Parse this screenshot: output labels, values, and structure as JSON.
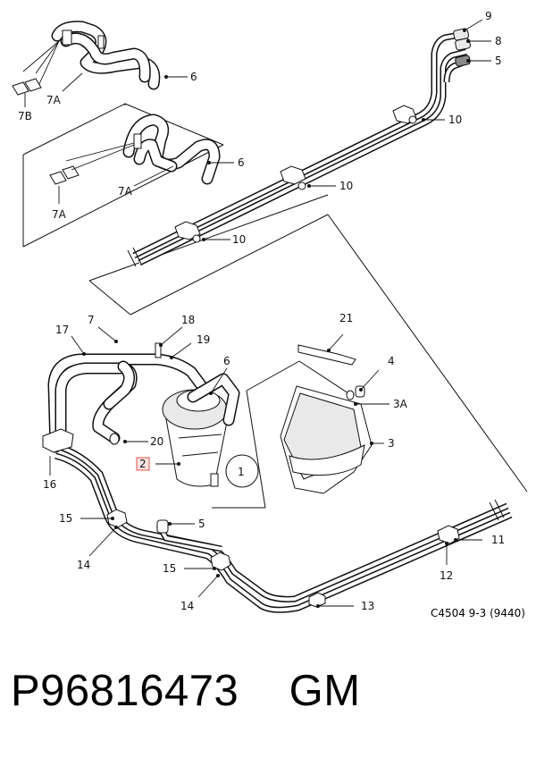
{
  "diagram": {
    "reference_code": "C4504 9-3 (9440)",
    "part_number_caption": "P96816473    GM",
    "callouts": {
      "c1": "1",
      "c2": "2",
      "c3": "3",
      "c3a": "3A",
      "c4": "4",
      "c5_top": "5",
      "c5_mid": "5",
      "c6_top": "6",
      "c6_mid": "6",
      "c6_filter": "6",
      "c7": "7",
      "c7a_top": "7A",
      "c7a_mid": "7A",
      "c7a_low": "7A",
      "c7b": "7B",
      "c8": "8",
      "c9": "9",
      "c10_a": "10",
      "c10_b": "10",
      "c10_c": "10",
      "c11": "11",
      "c12": "12",
      "c13": "13",
      "c14_a": "14",
      "c14_b": "14",
      "c15_a": "15",
      "c15_b": "15",
      "c16": "16",
      "c17": "17",
      "c18": "18",
      "c19": "19",
      "c20": "20",
      "c21": "21"
    },
    "highlight_color": "#e0504a"
  }
}
